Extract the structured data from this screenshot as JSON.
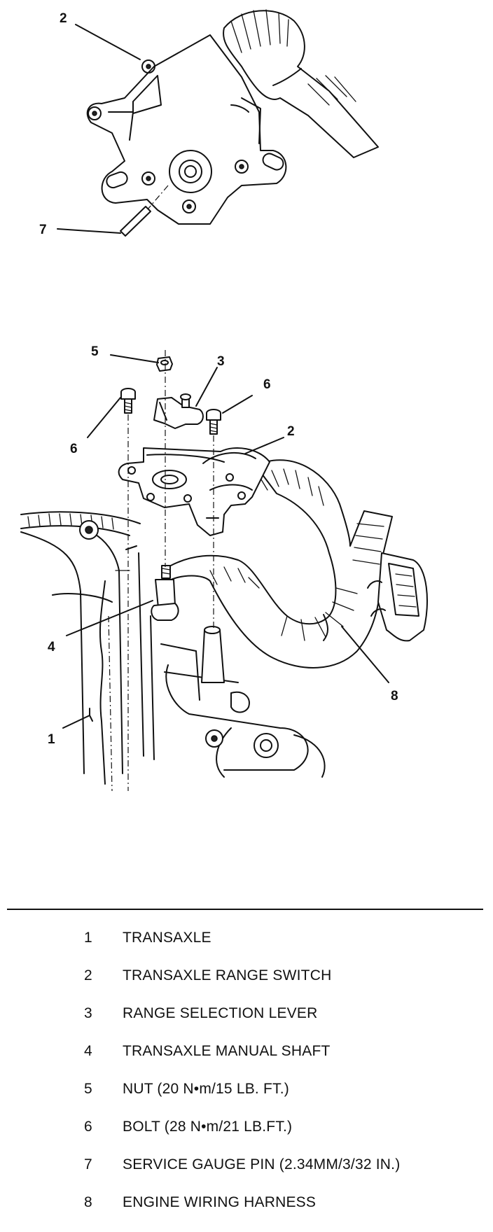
{
  "callouts": {
    "top_2": "2",
    "top_7": "7",
    "lower_5": "5",
    "lower_3": "3",
    "lower_6_right": "6",
    "lower_6_left": "6",
    "lower_2": "2",
    "lower_4": "4",
    "lower_8": "8",
    "lower_1": "1"
  },
  "legend": [
    {
      "num": "1",
      "text": "TRANSAXLE"
    },
    {
      "num": "2",
      "text": "TRANSAXLE RANGE SWITCH"
    },
    {
      "num": "3",
      "text": "RANGE SELECTION LEVER"
    },
    {
      "num": "4",
      "text": "TRANSAXLE MANUAL SHAFT"
    },
    {
      "num": "5",
      "text": "NUT (20 N•m/15 LB. FT.)"
    },
    {
      "num": "6",
      "text": "BOLT (28 N•m/21 LB.FT.)"
    },
    {
      "num": "7",
      "text": "SERVICE GAUGE PIN (2.34MM/3/32 IN.)"
    },
    {
      "num": "8",
      "text": "ENGINE WIRING HARNESS"
    }
  ]
}
